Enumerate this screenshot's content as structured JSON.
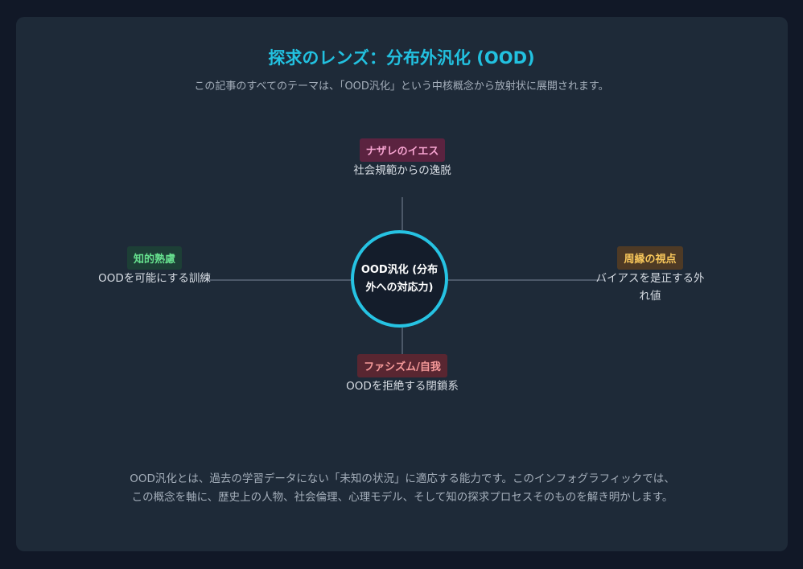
{
  "header": {
    "title": "探求のレンズ：分布外汎化 (OOD)",
    "subtitle": "この記事のすべてのテーマは、「OOD汎化」という中核概念から放射状に展開されます。"
  },
  "hub": {
    "label": "OOD汎化 (分布外への対応力)"
  },
  "nodes": {
    "top": {
      "tag": "ナザレのイエス",
      "desc": "社会規範からの逸脱"
    },
    "left": {
      "tag": "知的熟慮",
      "desc": "OODを可能にする訓練"
    },
    "right": {
      "tag": "周縁の視点",
      "desc": "バイアスを是正する外れ値"
    },
    "bottom": {
      "tag": "ファシズム/自我",
      "desc": "OODを拒絶する閉鎖系"
    }
  },
  "footer": {
    "text": "OOD汎化とは、過去の学習データにない「未知の状況」に適応する能力です。このインフォグラフィックでは、この概念を軸に、歴史上の人物、社会倫理、心理モデル、そして知の探求プロセスそのものを解き明かします。"
  },
  "colors": {
    "accent": "#22c1e0",
    "top": "#f6a3d0",
    "left": "#66e08e",
    "right": "#f8c75b",
    "bottom": "#f69a9a"
  }
}
